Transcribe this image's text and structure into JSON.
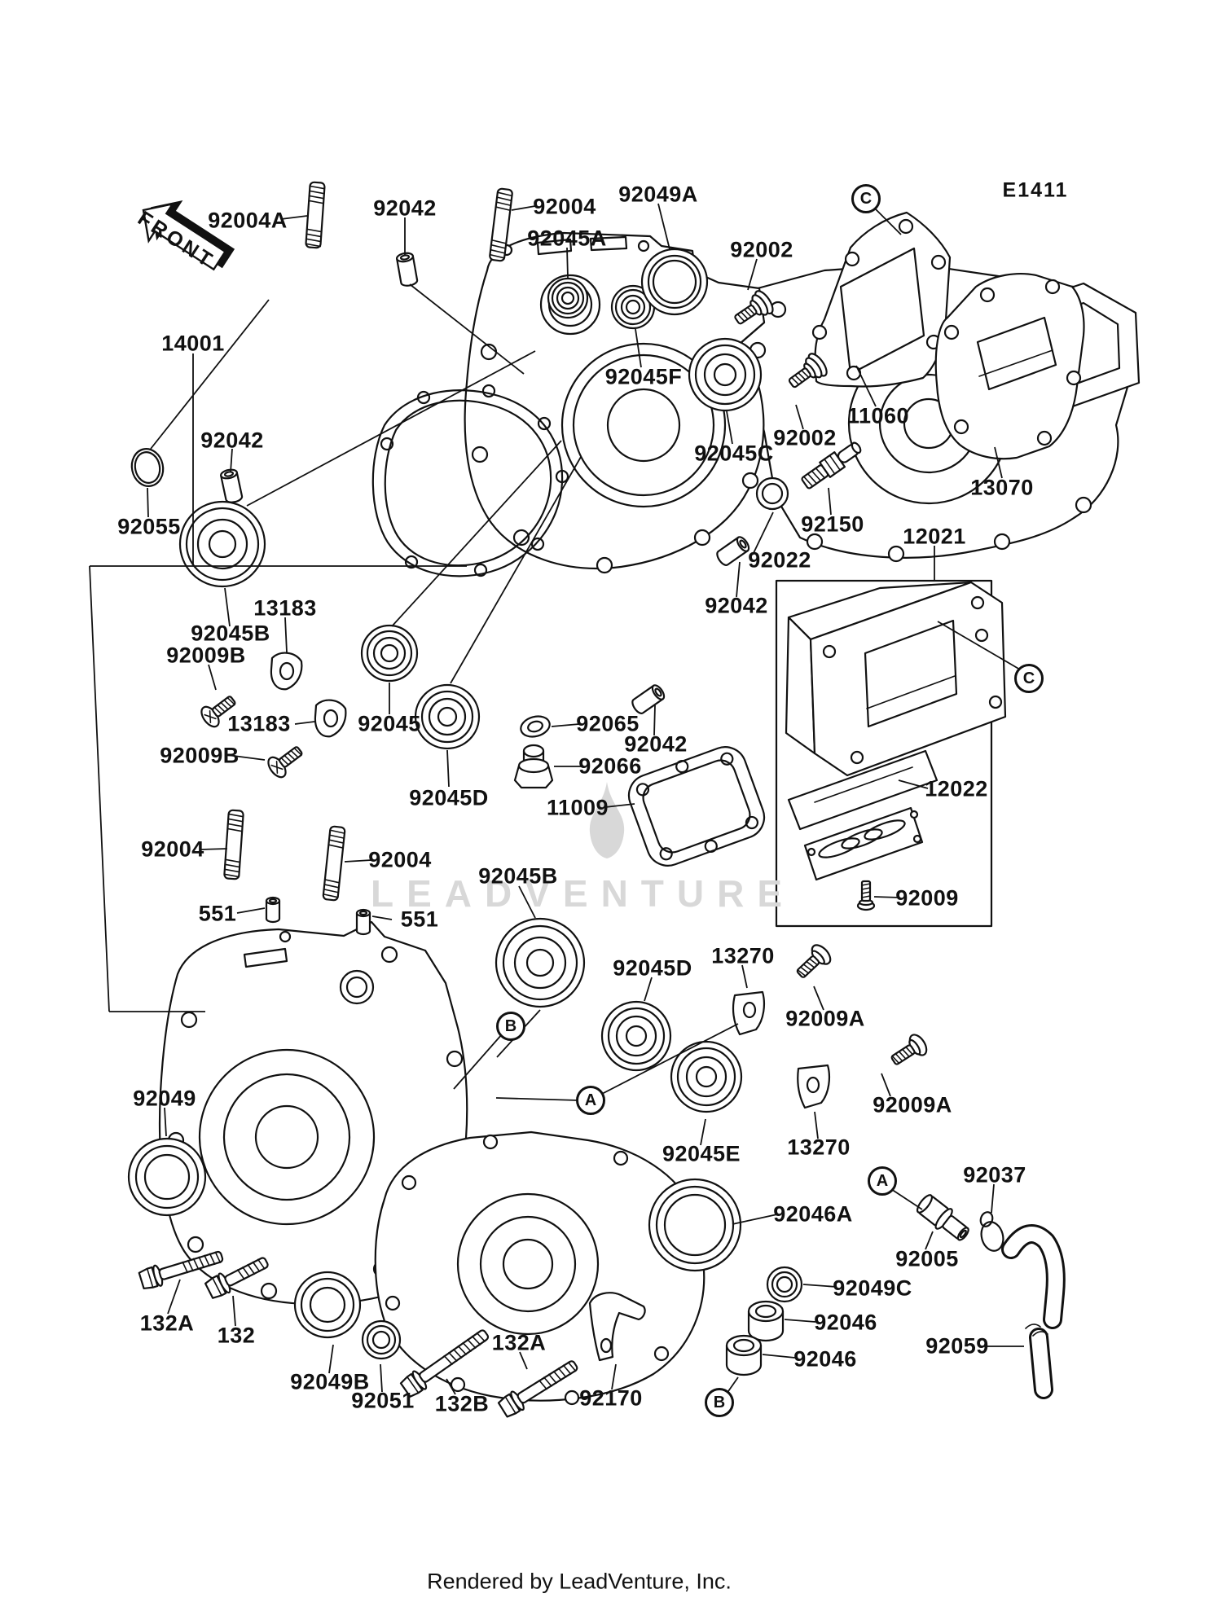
{
  "diagram": {
    "code": "E1411",
    "front_marker": "FRONT",
    "watermark_text": "LEADVENTURE",
    "footer_text": "Rendered by LeadVenture, Inc.",
    "background": "#ffffff",
    "line_color": "#111111",
    "watermark_color": "#d8d8d8"
  },
  "part_labels": [
    {
      "text": "92004A"
    },
    {
      "text": "92042"
    },
    {
      "text": "92004"
    },
    {
      "text": "92049A"
    },
    {
      "text": "92045A"
    },
    {
      "text": "92002"
    },
    {
      "text": "14001"
    },
    {
      "text": "92045F"
    },
    {
      "text": "11060"
    },
    {
      "text": "92002"
    },
    {
      "text": "92045C"
    },
    {
      "text": "13070"
    },
    {
      "text": "92042"
    },
    {
      "text": "92055"
    },
    {
      "text": "92150"
    },
    {
      "text": "12021"
    },
    {
      "text": "92022"
    },
    {
      "text": "92042"
    },
    {
      "text": "13183"
    },
    {
      "text": "92045B"
    },
    {
      "text": "92009B"
    },
    {
      "text": "13183"
    },
    {
      "text": "92045"
    },
    {
      "text": "92009B"
    },
    {
      "text": "92065"
    },
    {
      "text": "92042"
    },
    {
      "text": "92066"
    },
    {
      "text": "92045D"
    },
    {
      "text": "11009"
    },
    {
      "text": "12022"
    },
    {
      "text": "92009"
    },
    {
      "text": "92004"
    },
    {
      "text": "92004"
    },
    {
      "text": "551"
    },
    {
      "text": "551"
    },
    {
      "text": "92045B"
    },
    {
      "text": "92045D"
    },
    {
      "text": "13270"
    },
    {
      "text": "92009A"
    },
    {
      "text": "92045E"
    },
    {
      "text": "13270"
    },
    {
      "text": "92009A"
    },
    {
      "text": "92049"
    },
    {
      "text": "92046A"
    },
    {
      "text": "92037"
    },
    {
      "text": "92005"
    },
    {
      "text": "92049C"
    },
    {
      "text": "92046"
    },
    {
      "text": "92046"
    },
    {
      "text": "92059"
    },
    {
      "text": "132A"
    },
    {
      "text": "132"
    },
    {
      "text": "92049B"
    },
    {
      "text": "92051"
    },
    {
      "text": "132B"
    },
    {
      "text": "132A"
    },
    {
      "text": "92170"
    }
  ],
  "callouts": [
    {
      "letter": "C"
    },
    {
      "letter": "C"
    },
    {
      "letter": "B"
    },
    {
      "letter": "A"
    },
    {
      "letter": "A"
    },
    {
      "letter": "B"
    }
  ]
}
